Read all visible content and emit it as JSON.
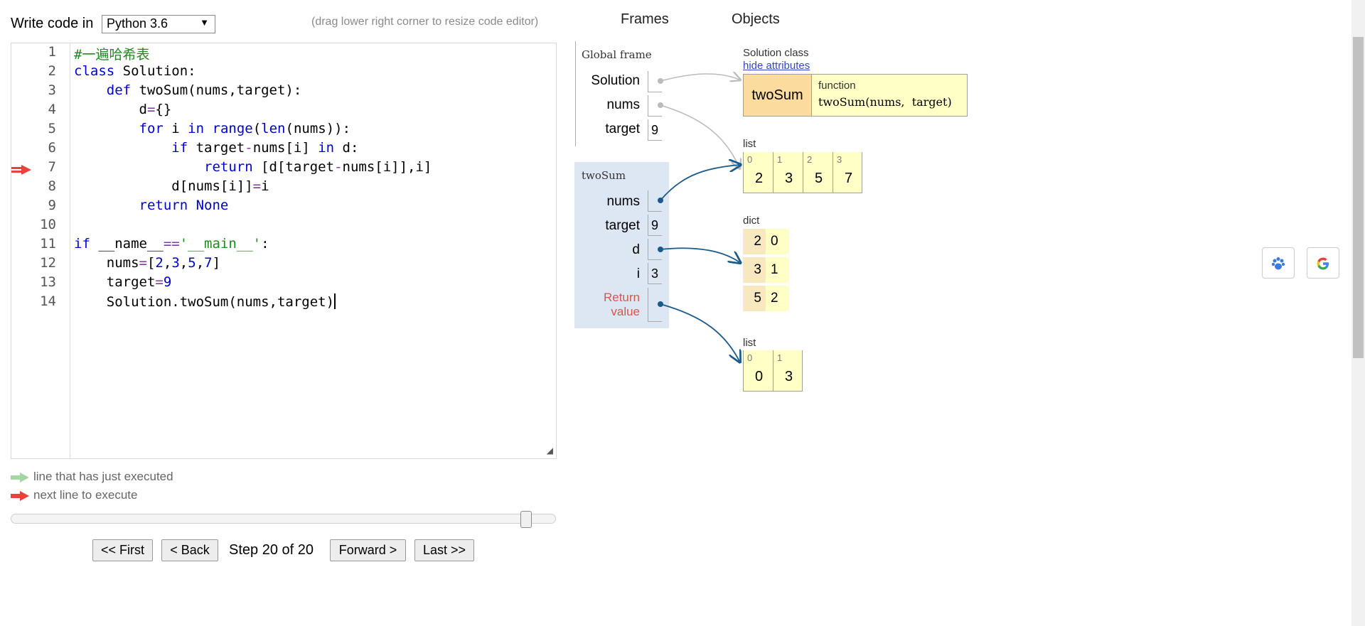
{
  "header": {
    "write_label": "Write code in",
    "language": "Python 3.6",
    "resize_hint": "(drag lower right corner to resize code editor)"
  },
  "editor": {
    "line_numbers": [
      "1",
      "2",
      "3",
      "4",
      "5",
      "6",
      "7",
      "8",
      "9",
      "10",
      "11",
      "12",
      "13",
      "14"
    ],
    "current_line": "7"
  },
  "legend": {
    "just_executed": "line that has just executed",
    "next_line": "next line to execute",
    "colors": {
      "just_executed": "#a4d7a4",
      "next_line": "#e8423a"
    }
  },
  "navigation": {
    "first": "<< First",
    "back": "< Back",
    "step": "Step 20 of 20",
    "forward": "Forward >",
    "last": "Last >>",
    "progress": 1.0
  },
  "tabs": {
    "frames": "Frames",
    "objects": "Objects"
  },
  "frames": {
    "global": {
      "title": "Global frame",
      "vars": [
        {
          "name": "Solution",
          "value": ""
        },
        {
          "name": "nums",
          "value": ""
        },
        {
          "name": "target",
          "value": "9"
        }
      ]
    },
    "twoSum": {
      "title": "twoSum",
      "vars": [
        {
          "name": "nums",
          "value": ""
        },
        {
          "name": "target",
          "value": "9"
        },
        {
          "name": "d",
          "value": ""
        },
        {
          "name": "i",
          "value": "3"
        }
      ],
      "return_label_1": "Return",
      "return_label_2": "value"
    }
  },
  "objects": {
    "solution_class": {
      "label": "Solution class",
      "hide_link": "hide attributes",
      "attr_name": "twoSum",
      "func_label": "function",
      "func_sig": "twoSum(nums,  target)"
    },
    "list1": {
      "label": "list",
      "indices": [
        "0",
        "1",
        "2",
        "3"
      ],
      "values": [
        "2",
        "3",
        "5",
        "7"
      ]
    },
    "dict": {
      "label": "dict",
      "keys": [
        "2",
        "3",
        "5"
      ],
      "values": [
        "0",
        "1",
        "2"
      ]
    },
    "list2": {
      "label": "list",
      "indices": [
        "0",
        "1"
      ],
      "values": [
        "0",
        "3"
      ]
    }
  },
  "side_buttons": [
    "paw-icon",
    "google-icon"
  ],
  "colors": {
    "frame_bg": "#dde6f3",
    "list_bg": "#ffffc6",
    "func_bg": "#fcdb9e",
    "pointer": "#1a5a8a",
    "return_label": "#d9534f"
  }
}
